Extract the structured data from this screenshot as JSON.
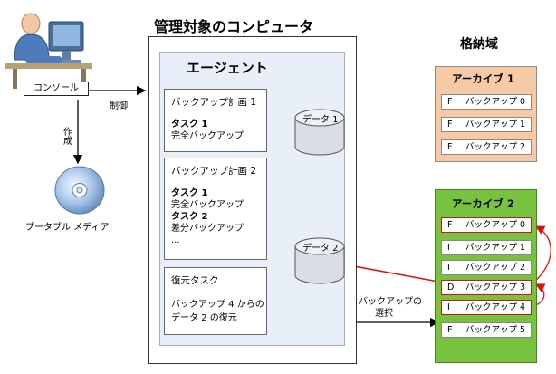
{
  "console": {
    "label": "コンソール"
  },
  "labels": {
    "control": "制御",
    "create": "作成",
    "bootable_media": "ブータブル メディア",
    "managed_computer": "管理対象のコンピュータ",
    "agent": "エージェント",
    "storage_area": "格納域",
    "backup_selection_line1": "バックアップの",
    "backup_selection_line2": "選択"
  },
  "plans": [
    {
      "title": "バックアップ計画 1",
      "tasks": [
        "タスク 1",
        "完全バックアップ"
      ]
    },
    {
      "title": "バックアップ計画 2",
      "tasks": [
        "タスク 1",
        "完全バックアップ",
        "タスク 2",
        "差分バックアップ",
        "..."
      ]
    }
  ],
  "restore_task": {
    "title": "復元タスク",
    "line1": "バックアップ 4 からの",
    "line2": "データ 2 の復元"
  },
  "data_disks": [
    "データ 1",
    "データ 2"
  ],
  "archives": [
    {
      "title": "アーカイブ 1",
      "items": [
        {
          "type": "F",
          "name": "バックアップ 0"
        },
        {
          "type": "F",
          "name": "バックアップ 1"
        },
        {
          "type": "F",
          "name": "バックアップ 2"
        }
      ]
    },
    {
      "title": "アーカイブ 2",
      "items": [
        {
          "type": "F",
          "name": "バックアップ 0"
        },
        {
          "type": "I",
          "name": "バックアップ 1"
        },
        {
          "type": "I",
          "name": "バックアップ 2"
        },
        {
          "type": "D",
          "name": "バックアップ 3"
        },
        {
          "type": "I",
          "name": "バックアップ 4"
        },
        {
          "type": "F",
          "name": "バックアップ 5"
        }
      ]
    }
  ],
  "colors": {
    "archive1": "#f8c9a7",
    "archive2": "#77c23e",
    "agent": "#e9eff8",
    "highlight": "#d11111"
  }
}
